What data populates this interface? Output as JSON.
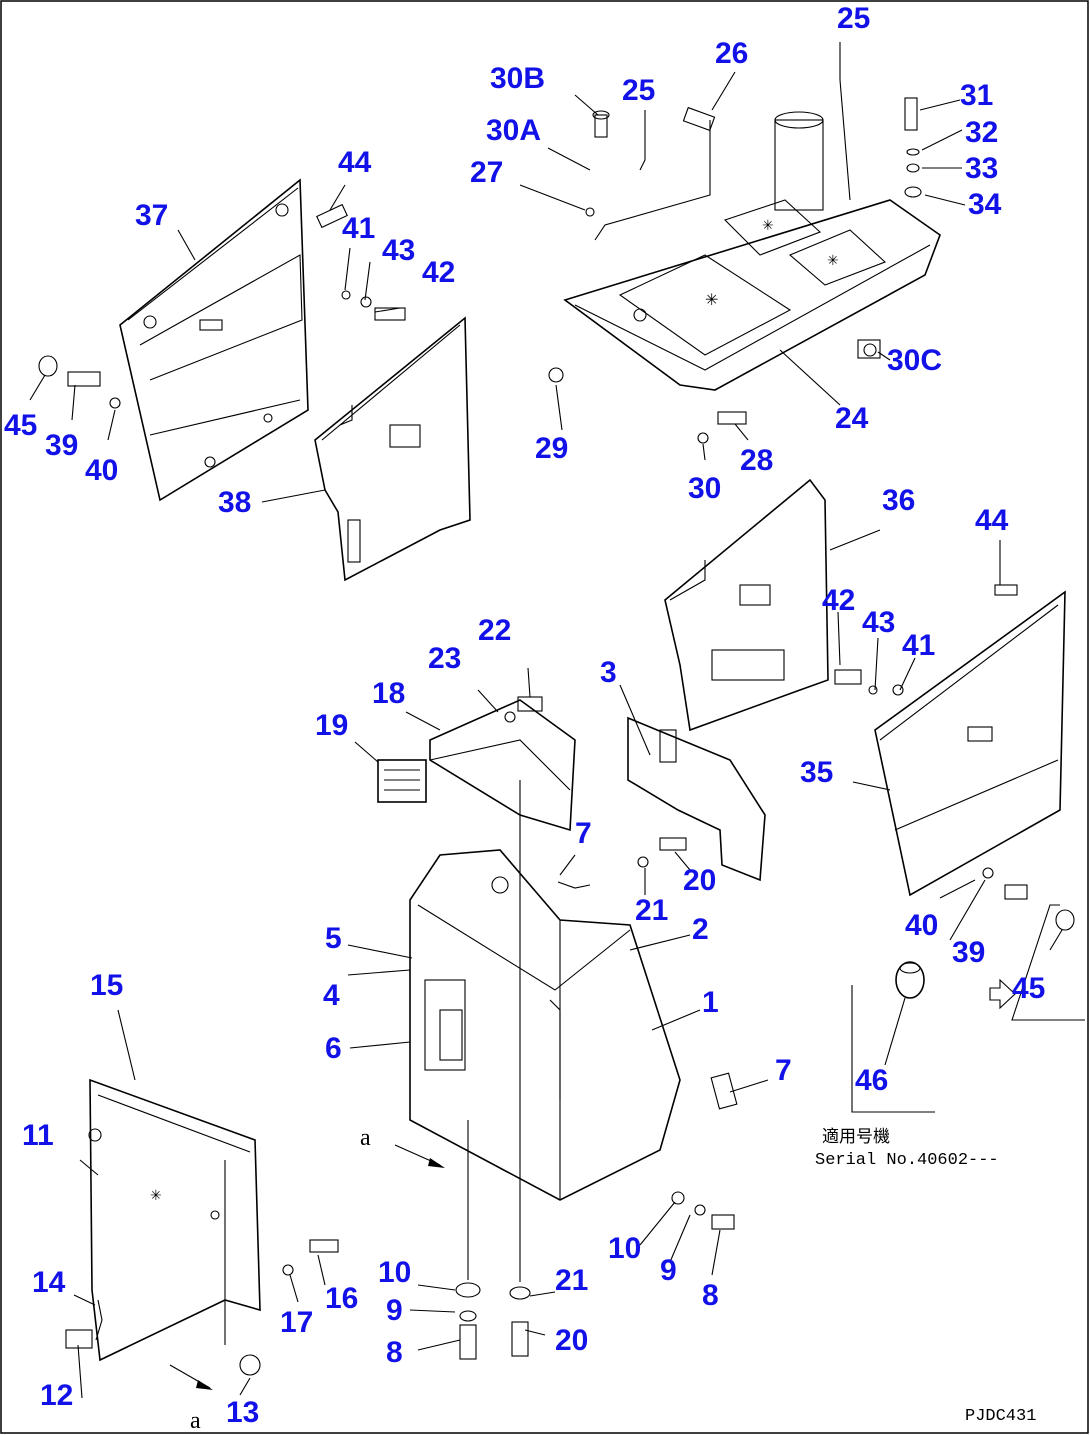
{
  "diagram": {
    "drawing_code": "PJDC431",
    "serial_note": {
      "japanese": "適用号機",
      "text": "Serial No.40602---"
    },
    "view_letters": [
      "a",
      "a"
    ],
    "callouts": [
      {
        "id": "c1",
        "label": "1"
      },
      {
        "id": "c2",
        "label": "2"
      },
      {
        "id": "c3",
        "label": "3"
      },
      {
        "id": "c4",
        "label": "4"
      },
      {
        "id": "c5",
        "label": "5"
      },
      {
        "id": "c6",
        "label": "6"
      },
      {
        "id": "c7a",
        "label": "7"
      },
      {
        "id": "c7b",
        "label": "7"
      },
      {
        "id": "c8a",
        "label": "8"
      },
      {
        "id": "c8b",
        "label": "8"
      },
      {
        "id": "c9a",
        "label": "9"
      },
      {
        "id": "c9b",
        "label": "9"
      },
      {
        "id": "c10a",
        "label": "10"
      },
      {
        "id": "c10b",
        "label": "10"
      },
      {
        "id": "c11",
        "label": "11"
      },
      {
        "id": "c12",
        "label": "12"
      },
      {
        "id": "c13",
        "label": "13"
      },
      {
        "id": "c14",
        "label": "14"
      },
      {
        "id": "c15",
        "label": "15"
      },
      {
        "id": "c16",
        "label": "16"
      },
      {
        "id": "c17",
        "label": "17"
      },
      {
        "id": "c18",
        "label": "18"
      },
      {
        "id": "c19",
        "label": "19"
      },
      {
        "id": "c20a",
        "label": "20"
      },
      {
        "id": "c20b",
        "label": "20"
      },
      {
        "id": "c21a",
        "label": "21"
      },
      {
        "id": "c21b",
        "label": "21"
      },
      {
        "id": "c22",
        "label": "22"
      },
      {
        "id": "c23",
        "label": "23"
      },
      {
        "id": "c24",
        "label": "24"
      },
      {
        "id": "c25a",
        "label": "25"
      },
      {
        "id": "c25b",
        "label": "25"
      },
      {
        "id": "c26",
        "label": "26"
      },
      {
        "id": "c27",
        "label": "27"
      },
      {
        "id": "c28",
        "label": "28"
      },
      {
        "id": "c29",
        "label": "29"
      },
      {
        "id": "c30",
        "label": "30"
      },
      {
        "id": "c30a",
        "label": "30A"
      },
      {
        "id": "c30b",
        "label": "30B"
      },
      {
        "id": "c30c",
        "label": "30C"
      },
      {
        "id": "c31",
        "label": "31"
      },
      {
        "id": "c32",
        "label": "32"
      },
      {
        "id": "c33",
        "label": "33"
      },
      {
        "id": "c34",
        "label": "34"
      },
      {
        "id": "c35",
        "label": "35"
      },
      {
        "id": "c36",
        "label": "36"
      },
      {
        "id": "c37",
        "label": "37"
      },
      {
        "id": "c38",
        "label": "38"
      },
      {
        "id": "c39a",
        "label": "39"
      },
      {
        "id": "c39b",
        "label": "39"
      },
      {
        "id": "c40a",
        "label": "40"
      },
      {
        "id": "c40b",
        "label": "40"
      },
      {
        "id": "c41a",
        "label": "41"
      },
      {
        "id": "c41b",
        "label": "41"
      },
      {
        "id": "c42a",
        "label": "42"
      },
      {
        "id": "c42b",
        "label": "42"
      },
      {
        "id": "c43a",
        "label": "43"
      },
      {
        "id": "c43b",
        "label": "43"
      },
      {
        "id": "c44a",
        "label": "44"
      },
      {
        "id": "c44b",
        "label": "44"
      },
      {
        "id": "c45a",
        "label": "45"
      },
      {
        "id": "c45b",
        "label": "45"
      },
      {
        "id": "c46",
        "label": "46"
      }
    ]
  }
}
